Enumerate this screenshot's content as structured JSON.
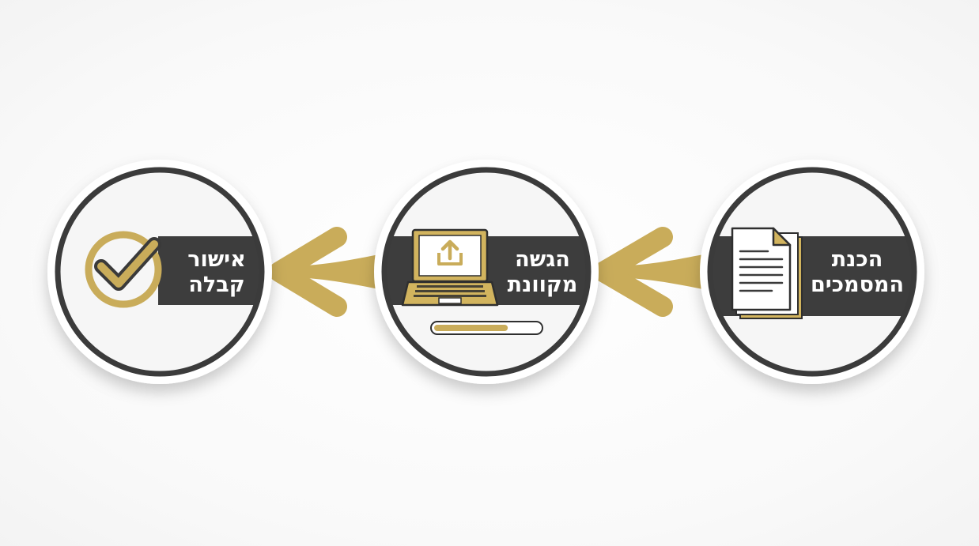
{
  "flow": {
    "direction": "right-to-left",
    "steps": [
      {
        "line1": "הכנת",
        "line2": "המסמכים",
        "icon": "documents-icon"
      },
      {
        "line1": "הגשה",
        "line2": "מקוונת",
        "icon": "laptop-upload-icon",
        "progress": 0.7
      },
      {
        "line1": "אישור",
        "line2": "קבלה",
        "icon": "checkmark-circle-icon"
      }
    ],
    "connectors": [
      {
        "from": 1,
        "to": 2,
        "icon": "arrow-left-icon"
      },
      {
        "from": 2,
        "to": 3,
        "icon": "arrow-left-icon"
      }
    ]
  },
  "colors": {
    "accent_gold": "#c9ac5a",
    "band_dark": "#3d3d3d",
    "ring_dark": "#3b3b3b",
    "circle_fill": "#f6f6f6",
    "text_light": "#ffffff"
  }
}
